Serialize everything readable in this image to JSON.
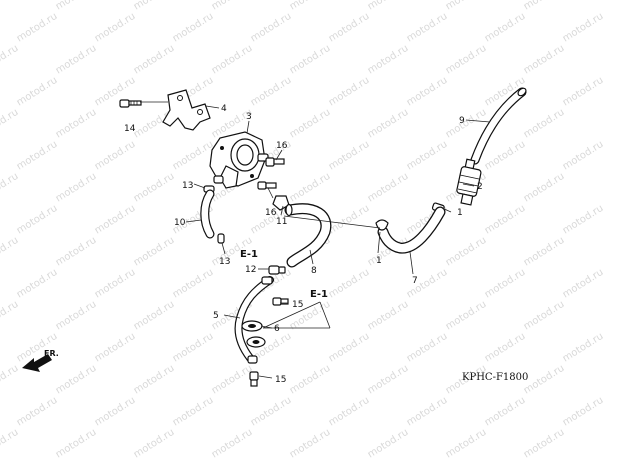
{
  "watermark": "motod.ru",
  "diagram_code": "KPHC-F1800",
  "direction_label": "FR.",
  "callouts": [
    {
      "id": "1",
      "label": "1"
    },
    {
      "id": "1b",
      "label": "1"
    },
    {
      "id": "2",
      "label": "2"
    },
    {
      "id": "3",
      "label": "3"
    },
    {
      "id": "4",
      "label": "4"
    },
    {
      "id": "5",
      "label": "5"
    },
    {
      "id": "6",
      "label": "6"
    },
    {
      "id": "7",
      "label": "7"
    },
    {
      "id": "8",
      "label": "8"
    },
    {
      "id": "9",
      "label": "9"
    },
    {
      "id": "10",
      "label": "10"
    },
    {
      "id": "11",
      "label": "11"
    },
    {
      "id": "12",
      "label": "12"
    },
    {
      "id": "13a",
      "label": "13"
    },
    {
      "id": "13b",
      "label": "13"
    },
    {
      "id": "14",
      "label": "14"
    },
    {
      "id": "15a",
      "label": "15"
    },
    {
      "id": "15b",
      "label": "15"
    },
    {
      "id": "16a",
      "label": "16"
    },
    {
      "id": "16b",
      "label": "16"
    }
  ],
  "references": [
    {
      "id": "e1a",
      "label": "E-1"
    },
    {
      "id": "e1b",
      "label": "E-1"
    }
  ]
}
